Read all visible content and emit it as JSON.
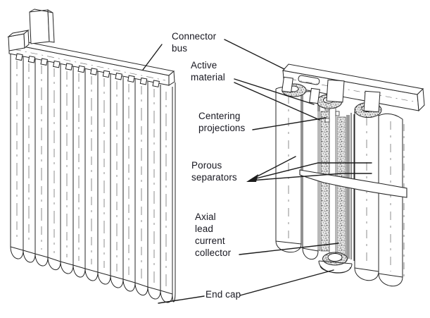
{
  "diagram": {
    "type": "technical-line-drawing",
    "subject": "tubular-plate-electrode-with-cutaway-detail",
    "labels": {
      "connector_bus": "Connector\nbus",
      "active_material": "Active\nmaterial",
      "centering_projections": "Centering\nprojections",
      "porous_separators": "Porous\nseparators",
      "axial_lead_current_collector": "Axial\nlead\ncurrent\ncollector",
      "end_cap": "End cap"
    },
    "colors": {
      "ink": "#262626",
      "text": "#171720",
      "paper": "#ffffff",
      "separator_gray": "#9b9b9b",
      "stipple_background": "#e6e6e6"
    }
  }
}
